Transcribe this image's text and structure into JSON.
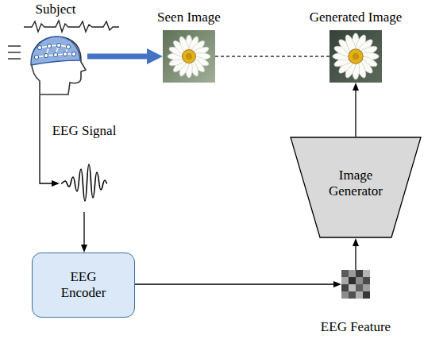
{
  "diagram": {
    "nodes": [
      {
        "text": [
          "Subject"
        ]
      },
      {
        "text": [
          "Seen Image"
        ]
      },
      {
        "text": [
          "Generated Image"
        ]
      },
      {
        "text": [
          "EEG Signal"
        ]
      },
      {
        "text": [
          "EEG Encoder"
        ]
      },
      {
        "text": [
          "EEG Feature"
        ]
      },
      {
        "text": [
          "Image Generator"
        ]
      }
    ],
    "edges": [
      {
        "from": 0,
        "to": 1,
        "arrow": "to"
      },
      {
        "from": 1,
        "to": 2,
        "arrow": "none"
      },
      {
        "from": 0,
        "to": 3,
        "arrow": "to"
      },
      {
        "from": 3,
        "to": 4,
        "arrow": "to"
      },
      {
        "from": 4,
        "to": 5,
        "arrow": "to"
      },
      {
        "from": 5,
        "to": 6,
        "arrow": "to"
      },
      {
        "from": 6,
        "to": 2,
        "arrow": "to"
      }
    ]
  }
}
